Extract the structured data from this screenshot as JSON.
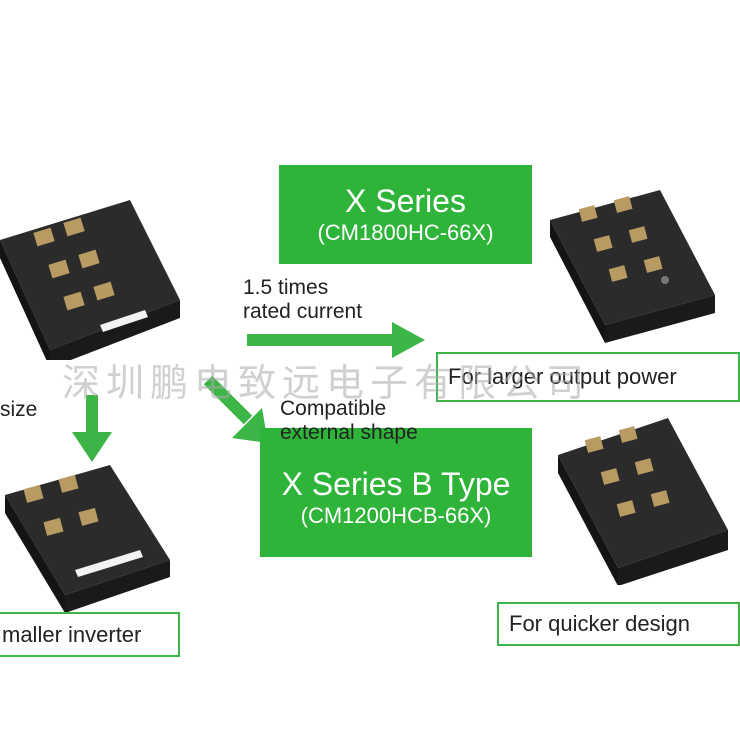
{
  "x_series": {
    "title": "X Series",
    "model": "(CM1800HC-66X)"
  },
  "x_series_b": {
    "title": "X Series B Type",
    "model": "(CM1200HCB-66X)"
  },
  "arrow_labels": {
    "rated_line1": "1.5 times",
    "rated_line2": "rated current",
    "compat_line1": "Compatible",
    "compat_line2": "external shape"
  },
  "captions": {
    "larger_output": "For larger output power",
    "quicker_design": "For quicker design",
    "smaller_inverter": "maller inverter",
    "size_fragment": "size"
  },
  "watermark": "深圳鹏电致远电子有限公司",
  "colors": {
    "green": "#2fb43a",
    "arrow_green": "#3cb547",
    "module_body": "#2b2b2b",
    "terminal": "#b89a63"
  }
}
